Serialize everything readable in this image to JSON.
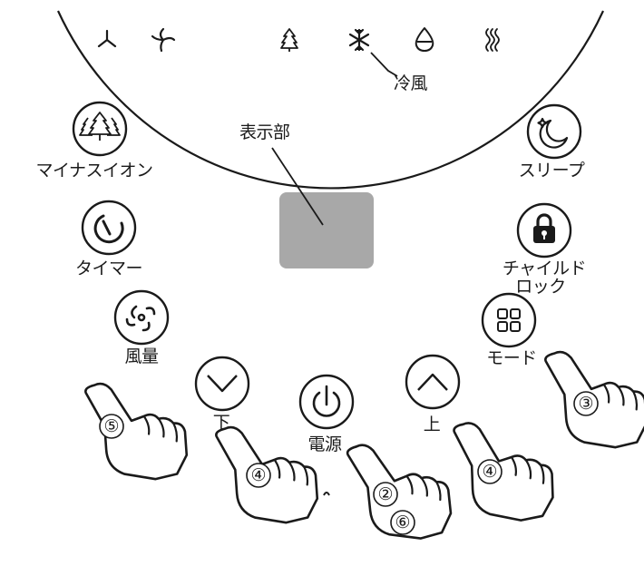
{
  "panel": {
    "indicator_icons": [
      "fan-low-icon",
      "fan-high-icon",
      "ion-icon",
      "cool-wind-icon",
      "dehumidify-icon",
      "heat-icon"
    ],
    "cool_wind_label": "冷風",
    "display_label": "表示部",
    "display_color": "#a8a8a8"
  },
  "buttons": {
    "ion": {
      "label": "マイナスイオン",
      "icon": "trees-icon"
    },
    "timer": {
      "label": "タイマー",
      "icon": "timer-icon"
    },
    "fan_speed": {
      "label": "風量",
      "icon": "fan-icon"
    },
    "down": {
      "label": "下",
      "icon": "chevron-down-icon"
    },
    "power": {
      "label": "電源",
      "icon": "power-icon"
    },
    "up": {
      "label": "上",
      "icon": "chevron-up-icon"
    },
    "mode": {
      "label": "モード",
      "icon": "grid-icon"
    },
    "child_lock": {
      "label_line1": "チャイルド",
      "label_line2": "ロック",
      "icon": "lock-icon"
    },
    "sleep": {
      "label": "スリープ",
      "icon": "moon-icon"
    }
  },
  "steps": {
    "fan_speed": "⑤",
    "down": "④",
    "power_a": "②",
    "power_b": "⑥",
    "up": "④",
    "mode": "③"
  }
}
